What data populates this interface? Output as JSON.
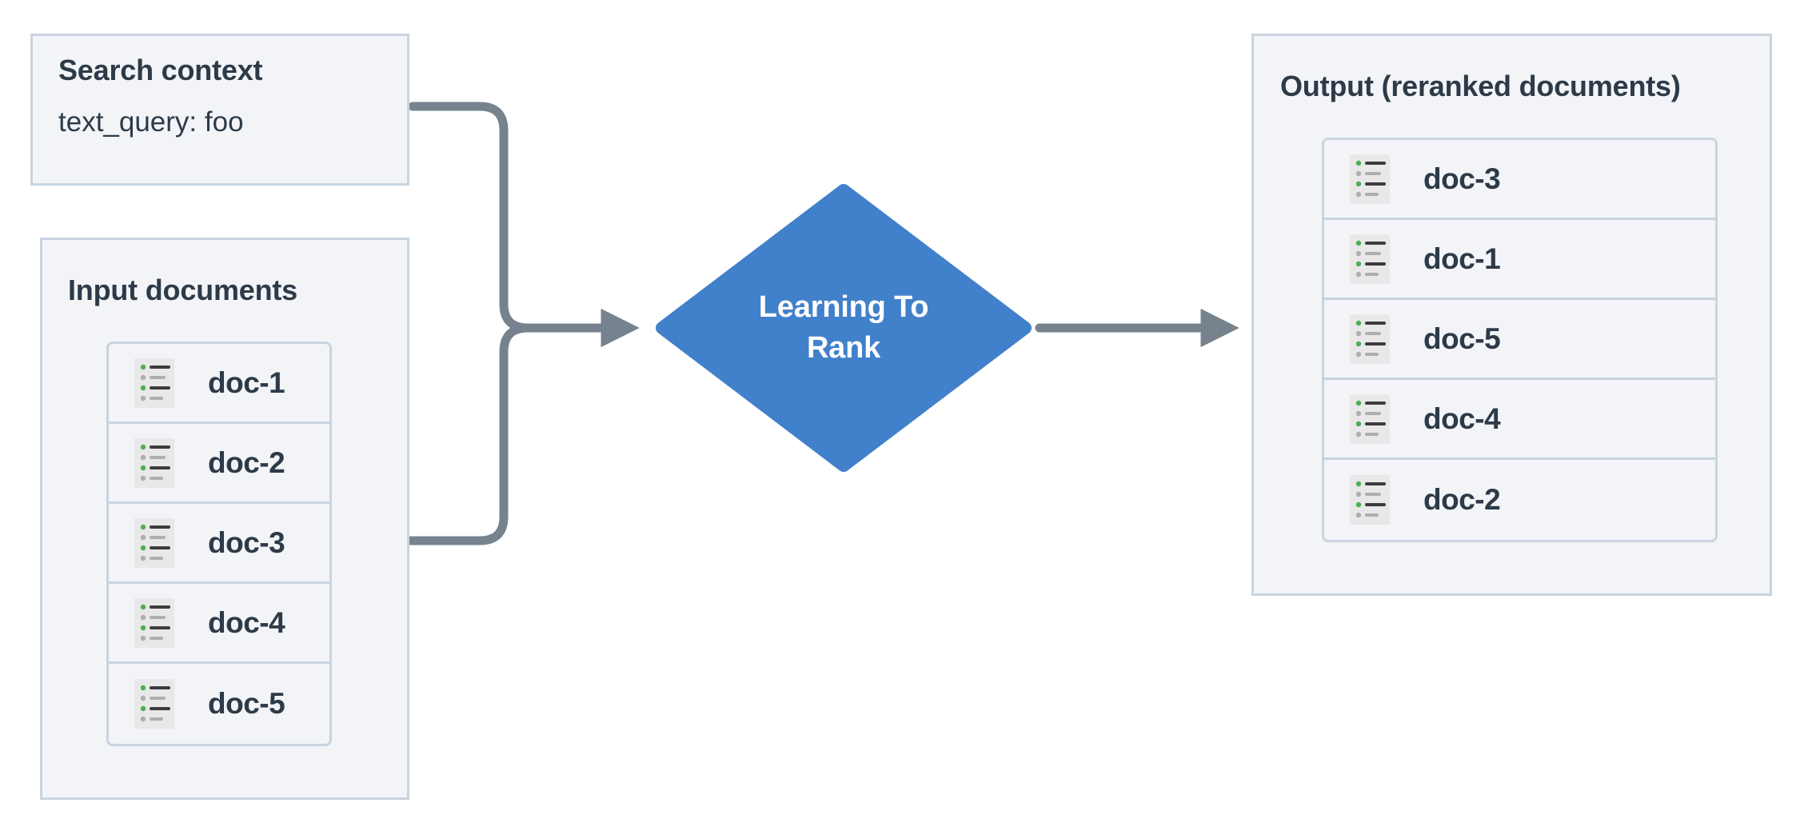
{
  "diagram": {
    "title": "Learning To Rank reranking flow",
    "colors": {
      "panel_fill": "#f2f4f7",
      "panel_border": "#c8d4e0",
      "text": "#2d3a48",
      "node_blue": "#4180ca",
      "connector": "#76838f",
      "icon_bg": "#e8e8e8",
      "icon_green": "#4caf50",
      "icon_gray": "#aeaeae",
      "icon_dark": "#3c3c3c"
    }
  },
  "search_context": {
    "title": "Search context",
    "field_label": "text_query: foo"
  },
  "input_panel": {
    "title": "Input documents",
    "documents": [
      {
        "label": "doc-1",
        "icon": "document-list-icon"
      },
      {
        "label": "doc-2",
        "icon": "document-list-icon"
      },
      {
        "label": "doc-3",
        "icon": "document-list-icon"
      },
      {
        "label": "doc-4",
        "icon": "document-list-icon"
      },
      {
        "label": "doc-5",
        "icon": "document-list-icon"
      }
    ]
  },
  "process_node": {
    "label_line1": "Learning To",
    "label_line2": "Rank",
    "shape": "diamond"
  },
  "output_panel": {
    "title": "Output (reranked documents)",
    "documents": [
      {
        "label": "doc-3",
        "icon": "document-list-icon"
      },
      {
        "label": "doc-1",
        "icon": "document-list-icon"
      },
      {
        "label": "doc-5",
        "icon": "document-list-icon"
      },
      {
        "label": "doc-4",
        "icon": "document-list-icon"
      },
      {
        "label": "doc-2",
        "icon": "document-list-icon"
      }
    ]
  },
  "connectors": [
    {
      "name": "search-context-to-ltr",
      "from": "search_context",
      "to": "process_node"
    },
    {
      "name": "input-documents-to-ltr",
      "from": "input_panel",
      "to": "process_node"
    },
    {
      "name": "ltr-to-output",
      "from": "process_node",
      "to": "output_panel"
    }
  ]
}
